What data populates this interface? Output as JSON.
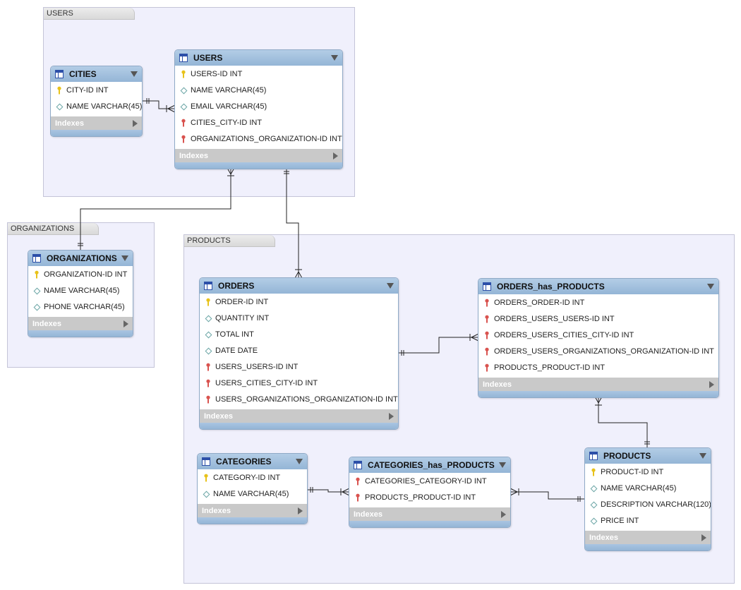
{
  "layers": [
    {
      "id": "users",
      "label": "USERS"
    },
    {
      "id": "organizations",
      "label": "ORGANIZATIONS"
    },
    {
      "id": "products",
      "label": "PRODUCTS"
    }
  ],
  "index_label": "Indexes",
  "tables": [
    {
      "id": "cities",
      "name": "CITIES",
      "columns": [
        {
          "text": "CITY-ID INT",
          "kind": "pk"
        },
        {
          "text": "NAME VARCHAR(45)",
          "kind": "col"
        }
      ]
    },
    {
      "id": "users",
      "name": "USERS",
      "columns": [
        {
          "text": "USERS-ID INT",
          "kind": "pk"
        },
        {
          "text": "NAME VARCHAR(45)",
          "kind": "col"
        },
        {
          "text": "EMAIL VARCHAR(45)",
          "kind": "col"
        },
        {
          "text": "CITIES_CITY-ID INT",
          "kind": "fk"
        },
        {
          "text": "ORGANIZATIONS_ORGANIZATION-ID INT",
          "kind": "fk"
        }
      ]
    },
    {
      "id": "organizations",
      "name": "ORGANIZATIONS",
      "columns": [
        {
          "text": "ORGANIZATION-ID INT",
          "kind": "pk"
        },
        {
          "text": "NAME VARCHAR(45)",
          "kind": "col"
        },
        {
          "text": "PHONE VARCHAR(45)",
          "kind": "col"
        }
      ]
    },
    {
      "id": "orders",
      "name": "ORDERS",
      "columns": [
        {
          "text": "ORDER-ID INT",
          "kind": "pk"
        },
        {
          "text": "QUANTITY INT",
          "kind": "col"
        },
        {
          "text": "TOTAL INT",
          "kind": "col"
        },
        {
          "text": "DATE DATE",
          "kind": "col"
        },
        {
          "text": "USERS_USERS-ID INT",
          "kind": "fk"
        },
        {
          "text": "USERS_CITIES_CITY-ID INT",
          "kind": "fk"
        },
        {
          "text": "USERS_ORGANIZATIONS_ORGANIZATION-ID INT",
          "kind": "fk"
        }
      ]
    },
    {
      "id": "orders_has_products",
      "name": "ORDERS_has_PRODUCTS",
      "columns": [
        {
          "text": "ORDERS_ORDER-ID INT",
          "kind": "fk"
        },
        {
          "text": "ORDERS_USERS_USERS-ID INT",
          "kind": "fk"
        },
        {
          "text": "ORDERS_USERS_CITIES_CITY-ID INT",
          "kind": "fk"
        },
        {
          "text": "ORDERS_USERS_ORGANIZATIONS_ORGANIZATION-ID INT",
          "kind": "fk"
        },
        {
          "text": "PRODUCTS_PRODUCT-ID INT",
          "kind": "fk"
        }
      ]
    },
    {
      "id": "categories",
      "name": "CATEGORIES",
      "columns": [
        {
          "text": "CATEGORY-ID INT",
          "kind": "pk"
        },
        {
          "text": "NAME VARCHAR(45)",
          "kind": "col"
        }
      ]
    },
    {
      "id": "categories_has_products",
      "name": "CATEGORIES_has_PRODUCTS",
      "columns": [
        {
          "text": "CATEGORIES_CATEGORY-ID INT",
          "kind": "fk"
        },
        {
          "text": "PRODUCTS_PRODUCT-ID INT",
          "kind": "fk"
        }
      ]
    },
    {
      "id": "products",
      "name": "PRODUCTS",
      "columns": [
        {
          "text": "PRODUCT-ID INT",
          "kind": "pk"
        },
        {
          "text": "NAME VARCHAR(45)",
          "kind": "col"
        },
        {
          "text": "DESCRIPTION VARCHAR(120)",
          "kind": "col"
        },
        {
          "text": "PRICE INT",
          "kind": "col"
        }
      ]
    }
  ],
  "relationships": [
    {
      "id": "cities-users",
      "from": "CITIES",
      "to": "USERS"
    },
    {
      "id": "organizations-users",
      "from": "ORGANIZATIONS",
      "to": "USERS"
    },
    {
      "id": "users-orders",
      "from": "USERS",
      "to": "ORDERS"
    },
    {
      "id": "orders-orders_has_products",
      "from": "ORDERS",
      "to": "ORDERS_has_PRODUCTS"
    },
    {
      "id": "products-orders_has_products",
      "from": "PRODUCTS",
      "to": "ORDERS_has_PRODUCTS"
    },
    {
      "id": "categories-categories_has_products",
      "from": "CATEGORIES",
      "to": "CATEGORIES_has_PRODUCTS"
    },
    {
      "id": "products-categories_has_products",
      "from": "PRODUCTS",
      "to": "CATEGORIES_has_PRODUCTS"
    }
  ],
  "colors": {
    "layer_bg": "#f0f0fc",
    "table_header": "#a3c2e0",
    "indexes_bar": "#c9c9c9",
    "primary_key": "#e8c21a",
    "foreign_key": "#d9534f",
    "column_diamond": "#6aa5a5",
    "connector": "#222222"
  },
  "icons": {
    "table": "table-icon",
    "primary_key": "key-icon",
    "foreign_key": "foreign-key-icon",
    "column": "diamond-icon",
    "collapse": "caret-down-icon",
    "indexes_expand": "caret-right-icon"
  }
}
